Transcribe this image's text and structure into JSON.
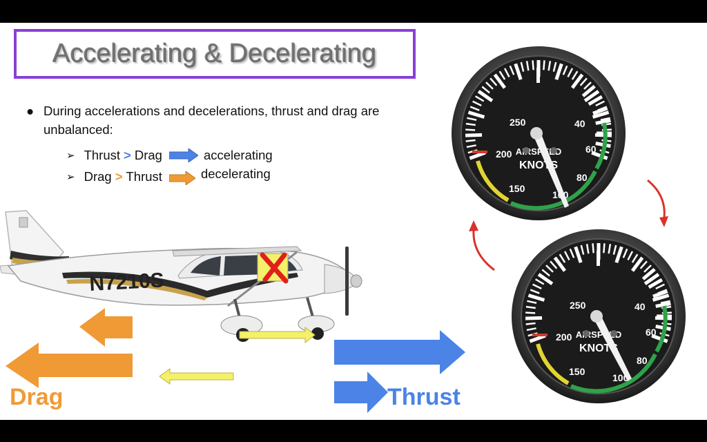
{
  "slide": {
    "title": "Accelerating & Decelerating",
    "bullet": "During accelerations and decelerations, thrust and drag are unbalanced:",
    "sub1": {
      "left": "Thrust",
      "op": ">",
      "right": "Drag",
      "result": "accelerating"
    },
    "sub2": {
      "left": "Drag",
      "op": ">",
      "right": "Thrust",
      "result": "decelerating"
    },
    "bullet_marker": "●",
    "sub_marker": "➢",
    "drag_label": "Drag",
    "thrust_label": "Thrust"
  },
  "aircraft": {
    "registration": "N7210S"
  },
  "gauge": {
    "top_label": "AIRSPEED",
    "unit": "KNOTS",
    "scale_labels": [
      "40",
      "60",
      "80",
      "100",
      "150",
      "200",
      "250"
    ]
  },
  "colors": {
    "title_border": "#8a3ed6",
    "thrust_blue": "#4b83e6",
    "drag_orange": "#f09a36",
    "yellow": "#f4f06a",
    "red_x": "#e0201b",
    "cycle_arrow": "#d9322a"
  }
}
